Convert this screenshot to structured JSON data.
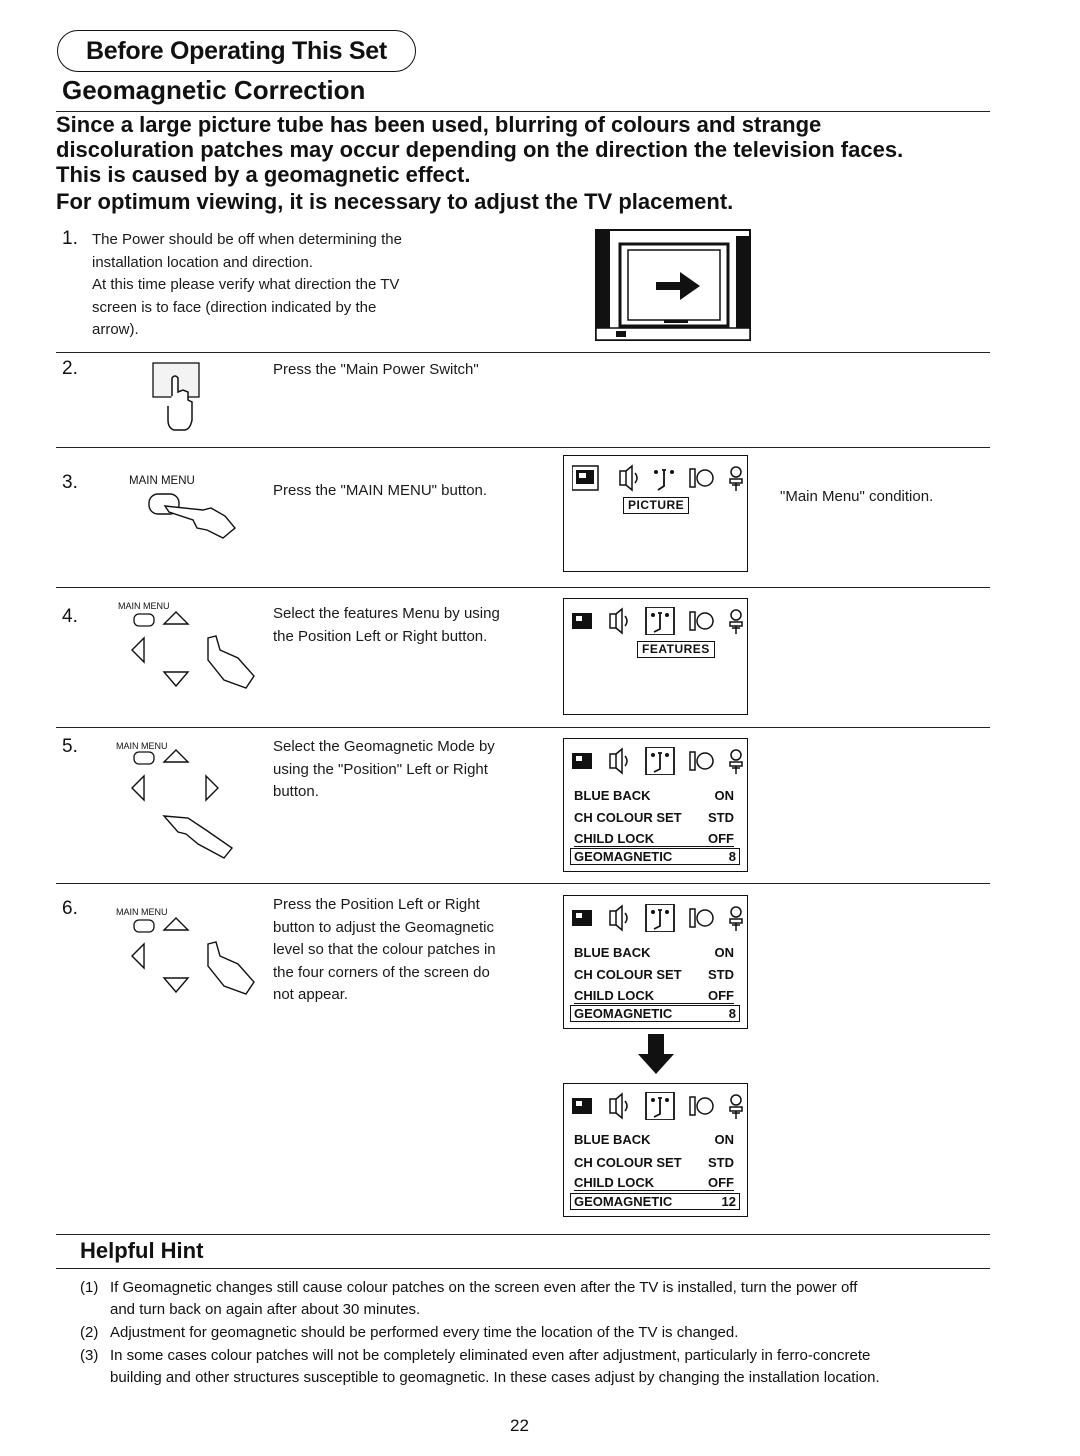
{
  "header": {
    "section": "Before Operating This Set",
    "title": "Geomagnetic Correction"
  },
  "intro": {
    "line1": "Since a large picture tube has been used, blurring of colours and strange",
    "line2": "discoluration patches may occur depending on the direction the television faces.",
    "line3": "This is caused by a geomagnetic effect.",
    "line4": "For optimum viewing, it is necessary to adjust the TV placement."
  },
  "steps": [
    {
      "num": "1.",
      "lines": [
        "The Power should be off when determining the",
        "installation location and direction.",
        "At this time please verify what direction the TV",
        "screen is to face (direction indicated by the",
        "arrow)."
      ]
    },
    {
      "num": "2.",
      "text": "Press the \"Main Power Switch\""
    },
    {
      "num": "3.",
      "button": "MAIN MENU",
      "text": "Press the \"MAIN MENU\" button.",
      "menu_label": "PICTURE",
      "note": "\"Main Menu\" condition."
    },
    {
      "num": "4.",
      "button": "MAIN MENU",
      "lines": [
        "Select the features Menu by using",
        "the Position Left or Right button."
      ],
      "menu_label": "FEATURES"
    },
    {
      "num": "5.",
      "button": "MAIN MENU",
      "lines": [
        "Select the Geomagnetic Mode by",
        "using the \"Position\" Left or Right",
        "button."
      ]
    },
    {
      "num": "6.",
      "button": "MAIN MENU",
      "lines": [
        "Press the Position Left or Right",
        "button to adjust the Geomagnetic",
        "level so that the colour patches in",
        "the four corners of the screen do",
        "not appear."
      ]
    }
  ],
  "features_menu": [
    {
      "item": "BLUE BACK",
      "value": "ON"
    },
    {
      "item": "CH COLOUR SET",
      "value": "STD"
    },
    {
      "item": "CHILD LOCK",
      "value": "OFF"
    },
    {
      "item": "GEOMAGNETIC",
      "value": "8"
    }
  ],
  "features_menu_after": [
    {
      "item": "BLUE BACK",
      "value": "ON"
    },
    {
      "item": "CH COLOUR SET",
      "value": "STD"
    },
    {
      "item": "CHILD LOCK",
      "value": "OFF"
    },
    {
      "item": "GEOMAGNETIC",
      "value": "12"
    }
  ],
  "hint": {
    "title": "Helpful Hint",
    "items": [
      {
        "n": "(1)",
        "lines": [
          "If Geomagnetic changes still cause colour patches on the screen even after the TV is installed, turn the power off",
          "and turn back on again after about 30 minutes."
        ]
      },
      {
        "n": "(2)",
        "lines": [
          "Adjustment for geomagnetic should be performed every time the location of the TV is changed."
        ]
      },
      {
        "n": "(3)",
        "lines": [
          "In some cases colour patches will not be completely eliminated even after adjustment, particularly in ferro-concrete",
          "building and other structures susceptible to geomagnetic. In these cases adjust by changing the installation location."
        ]
      }
    ]
  },
  "page_number": "22",
  "icons": [
    "tv-icon",
    "sound-icon",
    "features-icon",
    "timer-icon",
    "setup-icon",
    "power-switch-icon",
    "pointing-hand-icon",
    "direction-pad-icon",
    "down-arrow-icon",
    "right-arrow-icon"
  ]
}
